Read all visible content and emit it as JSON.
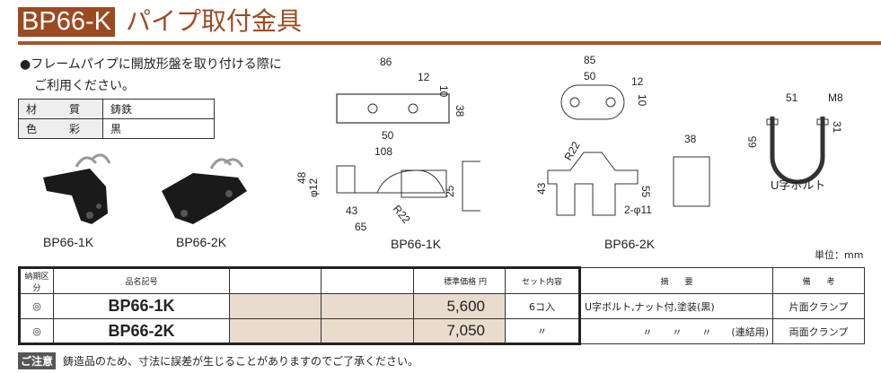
{
  "header": {
    "model": "BP66-K",
    "title": "パイプ取付金具"
  },
  "intro": {
    "line1": "●フレームパイプに開放形盤を取り付ける際に",
    "line2": "ご利用ください。"
  },
  "spec": [
    {
      "label": "材　　　質",
      "value": "鋳鉄"
    },
    {
      "label": "色　　　彩",
      "value": "黒"
    }
  ],
  "photos": [
    {
      "label": "BP66-1K"
    },
    {
      "label": "BP66-2K"
    }
  ],
  "drawings": {
    "bp1": {
      "label": "BP66-1K",
      "dims": [
        "86",
        "12",
        "10",
        "38",
        "50",
        "108",
        "48",
        "φ12",
        "25",
        "43",
        "65",
        "R22"
      ]
    },
    "bp2": {
      "label": "BP66-2K",
      "dims": [
        "85",
        "50",
        "12",
        "10",
        "R22",
        "38",
        "43",
        "55",
        "2-φ11"
      ]
    },
    "ubolt": {
      "label": "U字ボルト",
      "dims": [
        "51",
        "M8",
        "65",
        "31"
      ]
    }
  },
  "units": "単位：mm",
  "table": {
    "headers": {
      "delivery": "納期区分",
      "code": "品名記号",
      "price": "標準価格",
      "price_unit": "円",
      "set": "セット内容",
      "summary": "摘　　要",
      "remarks": "備　　考"
    },
    "rows": [
      {
        "delivery": "◎",
        "code": "BP66-1K",
        "price": "5,600",
        "set": "6コ入",
        "summary": "U字ボルト,ナット付,塗装(黒)",
        "remarks": "片面クランプ"
      },
      {
        "delivery": "◎",
        "code": "BP66-2K",
        "price": "7,050",
        "set": "〃",
        "summary": "〃　　〃　　〃　　(連結用)",
        "remarks": "両面クランプ"
      }
    ]
  },
  "note": {
    "tag": "ご注意",
    "text": "鋳造品のため、寸法に誤差が生じることがありますのでご了承ください。"
  }
}
